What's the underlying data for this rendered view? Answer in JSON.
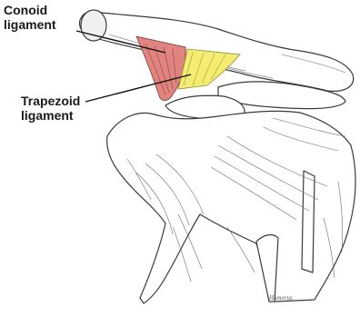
{
  "labels": {
    "conoid": {
      "line1": "Conoid",
      "line2": "ligament",
      "color": "#e1837f"
    },
    "trapezoid": {
      "line1": "Trapezoid",
      "line2": "ligament",
      "color": "#f4ec70"
    }
  },
  "engraving_text": "Humerus"
}
